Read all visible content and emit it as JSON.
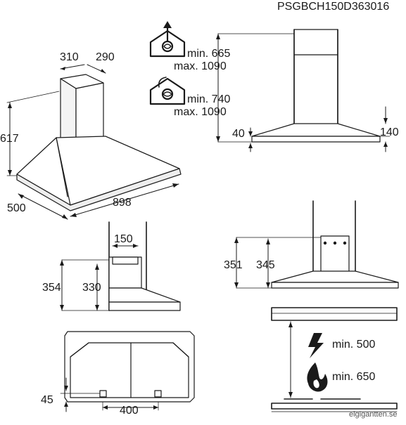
{
  "model_code": "PSGBCH150D363016",
  "watermark": "elgigantten.se",
  "airflow": {
    "extraction": {
      "min": "min. 665",
      "max": "max. 1090",
      "icon": "extraction-mode-icon"
    },
    "recirculation": {
      "min": "min. 740",
      "max": "max. 1090",
      "icon": "recirculation-mode-icon"
    }
  },
  "perspective_view": {
    "chimney_width": "310",
    "chimney_depth": "290",
    "height": "617",
    "depth": "500",
    "width": "898"
  },
  "front_view": {
    "left_edge": "40",
    "right_edge": "140"
  },
  "side_view": {
    "chimney_depth": "150",
    "height_outer": "354",
    "height_inner": "330"
  },
  "bracket_view": {
    "height_outer": "351",
    "height_inner": "345"
  },
  "bottom_view": {
    "edge_offset": "45",
    "hole_spacing": "400"
  },
  "clearance": {
    "electric": "min. 500",
    "gas": "min. 650",
    "electric_icon": "electric-hob-icon",
    "gas_icon": "gas-flame-icon"
  }
}
